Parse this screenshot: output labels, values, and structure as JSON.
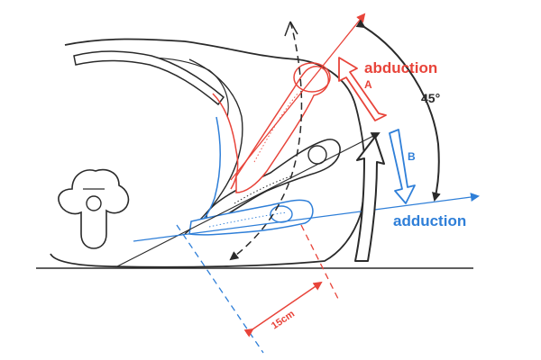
{
  "labels": {
    "abduction": "abduction",
    "adduction": "adduction",
    "arrow_a": "A",
    "arrow_b": "B",
    "angle": "45°",
    "distance": "15cm"
  },
  "colors": {
    "outline": "#2a2a2a",
    "abduction": "#e8443a",
    "adduction": "#2f7fd8"
  }
}
